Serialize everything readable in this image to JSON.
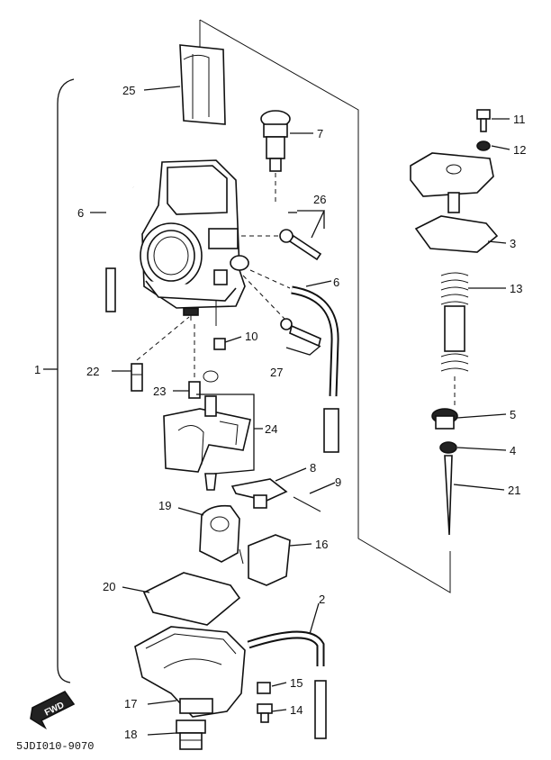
{
  "document_code": "5JDI010-9070",
  "fwd_label": "FWD",
  "parts": [
    {
      "id": "p1",
      "number": "1"
    },
    {
      "id": "p2",
      "number": "2"
    },
    {
      "id": "p3",
      "number": "3"
    },
    {
      "id": "p4",
      "number": "4"
    },
    {
      "id": "p5",
      "number": "5"
    },
    {
      "id": "p6a",
      "number": "6"
    },
    {
      "id": "p6b",
      "number": "6"
    },
    {
      "id": "p7",
      "number": "7"
    },
    {
      "id": "p8",
      "number": "8"
    },
    {
      "id": "p9",
      "number": "9"
    },
    {
      "id": "p10",
      "number": "10"
    },
    {
      "id": "p11",
      "number": "11"
    },
    {
      "id": "p12",
      "number": "12"
    },
    {
      "id": "p13",
      "number": "13"
    },
    {
      "id": "p14",
      "number": "14"
    },
    {
      "id": "p15",
      "number": "15"
    },
    {
      "id": "p16",
      "number": "16"
    },
    {
      "id": "p17",
      "number": "17"
    },
    {
      "id": "p18",
      "number": "18"
    },
    {
      "id": "p19",
      "number": "19"
    },
    {
      "id": "p20",
      "number": "20"
    },
    {
      "id": "p21",
      "number": "21"
    },
    {
      "id": "p22",
      "number": "22"
    },
    {
      "id": "p23",
      "number": "23"
    },
    {
      "id": "p24",
      "number": "24"
    },
    {
      "id": "p25",
      "number": "25"
    },
    {
      "id": "p26",
      "number": "26"
    },
    {
      "id": "p27",
      "number": "27"
    }
  ]
}
